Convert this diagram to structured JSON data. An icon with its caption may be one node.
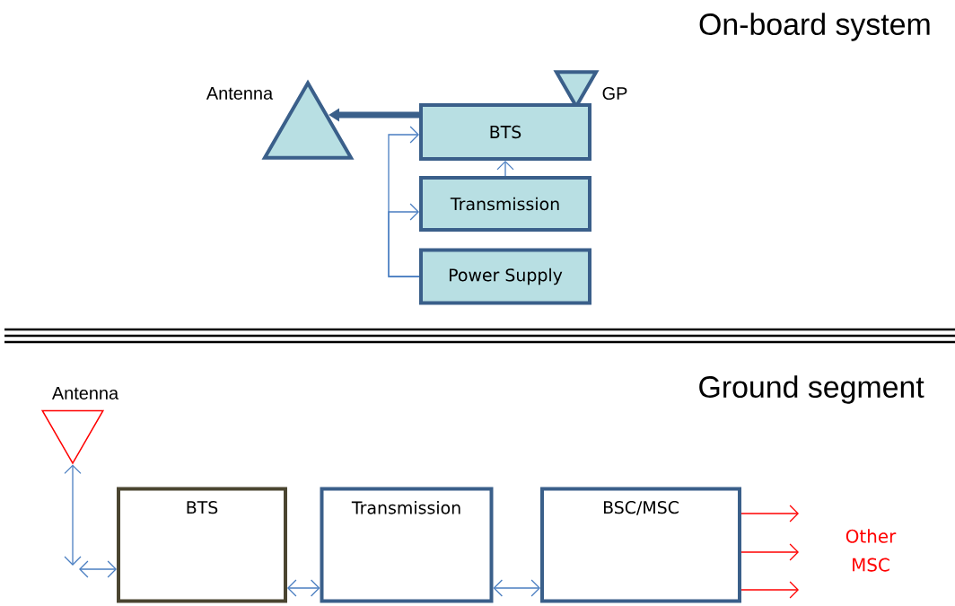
{
  "diagram": {
    "nodes": [
      {
        "text": [
          "Antenna"
        ]
      },
      {
        "text": [
          "GP"
        ]
      },
      {
        "text": [
          "BTS"
        ]
      },
      {
        "text": [
          "Transmission"
        ]
      },
      {
        "text": [
          "Power Supply"
        ]
      },
      {
        "text": [
          "Antenna"
        ]
      },
      {
        "text": [
          "BTS"
        ]
      },
      {
        "text": [
          "Transmission"
        ]
      },
      {
        "text": [
          "BSC/MSC"
        ]
      }
    ],
    "edges": [
      {
        "from": 2,
        "to": 0,
        "arrow": "to",
        "style": "thick",
        "color": "#3a5f8a"
      },
      {
        "from": 4,
        "to": 2,
        "arrow": "to"
      },
      {
        "from": 4,
        "to": 3,
        "arrow": "to"
      },
      {
        "from": 3,
        "to": 2,
        "arrow": "to"
      },
      {
        "from": 5,
        "to": null,
        "arrow": "both"
      },
      {
        "from": null,
        "to": 6,
        "arrow": "both"
      },
      {
        "from": 6,
        "to": 7,
        "arrow": "both"
      },
      {
        "from": 7,
        "to": 8,
        "arrow": "both"
      },
      {
        "from": 8,
        "to": null,
        "arrow": "to",
        "color": "#ff0000"
      },
      {
        "from": 8,
        "to": null,
        "arrow": "to",
        "color": "#ff0000"
      },
      {
        "from": 8,
        "to": null,
        "arrow": "to",
        "color": "#ff0000"
      }
    ],
    "labels": [
      "On-board system",
      "Ground segment",
      "Other MSC"
    ]
  }
}
